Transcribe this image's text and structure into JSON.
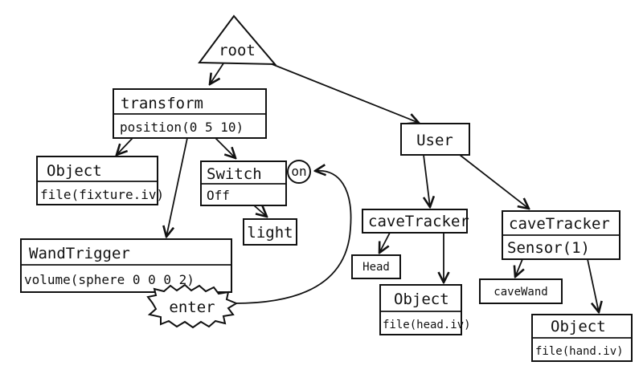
{
  "root": {
    "label": "root"
  },
  "transform": {
    "name": "transform",
    "field": "position(0 5 10)"
  },
  "object_fixture": {
    "name": "Object",
    "field": "file(fixture.iv)"
  },
  "switch": {
    "name": "Switch",
    "field": "Off"
  },
  "on_state": {
    "label": "on"
  },
  "light": {
    "label": "light"
  },
  "wand_trigger": {
    "name": "WandTrigger",
    "field": "volume(sphere 0 0 0 2)"
  },
  "enter_event": {
    "label": "enter"
  },
  "user": {
    "label": "User"
  },
  "cave_tracker_head": {
    "name": "caveTracker"
  },
  "head": {
    "label": "Head"
  },
  "object_head": {
    "name": "Object",
    "field": "file(head.iv)"
  },
  "cave_tracker_wand": {
    "name": "caveTracker",
    "field": "Sensor(1)"
  },
  "cave_wand": {
    "label": "caveWand"
  },
  "object_hand": {
    "name": "Object",
    "field": "file(hand.iv)"
  }
}
